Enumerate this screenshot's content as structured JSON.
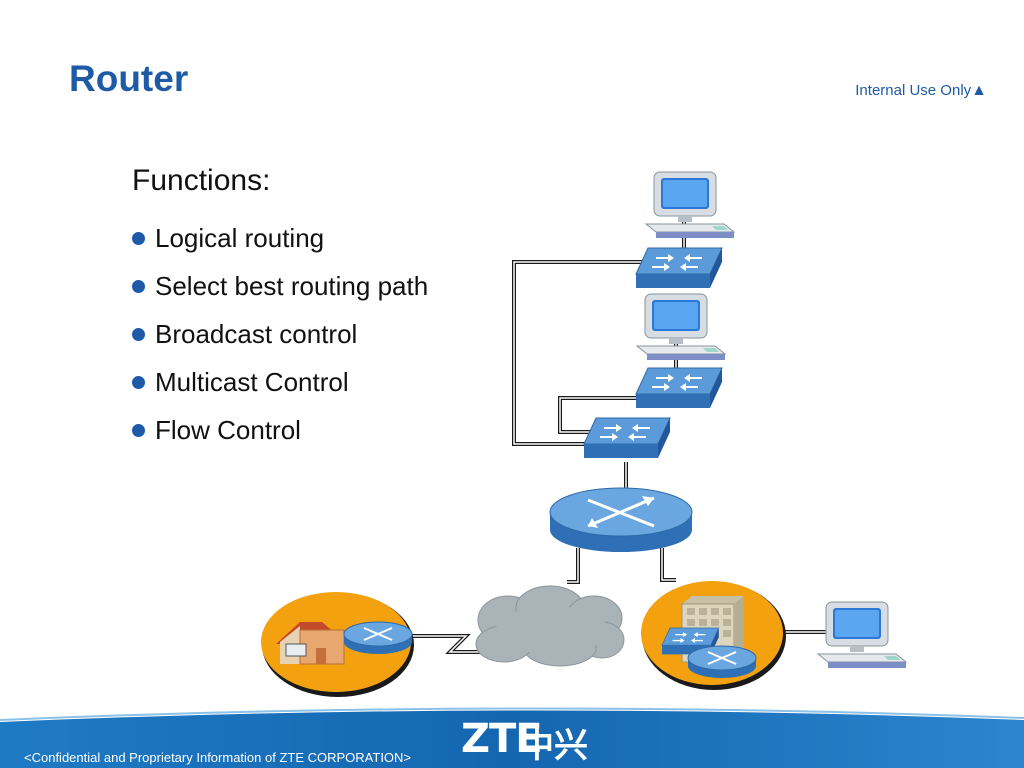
{
  "slide": {
    "title": "Router",
    "internal_use": "Internal Use Only",
    "internal_use_mark": "▲",
    "heading": "Functions:",
    "bullets": [
      "Logical routing",
      "Select best routing path",
      "Broadcast control",
      "Multicast Control",
      "Flow Control"
    ]
  },
  "footer": {
    "confidential": "<Confidential and Proprietary Information of  ZTE CORPORATION>",
    "logo_latin": "ZTE",
    "logo_chinese": "中兴"
  },
  "colors": {
    "title_blue": "#1f5aa6",
    "device_blue": "#3f7fc4",
    "cloud_gray": "#aab3b8",
    "site_orange": "#f3a10f",
    "footer_blue": "#1566b0"
  },
  "icons": [
    "computer-icon",
    "switch-icon",
    "router-icon",
    "cloud-icon",
    "house-icon",
    "office-building-icon"
  ]
}
